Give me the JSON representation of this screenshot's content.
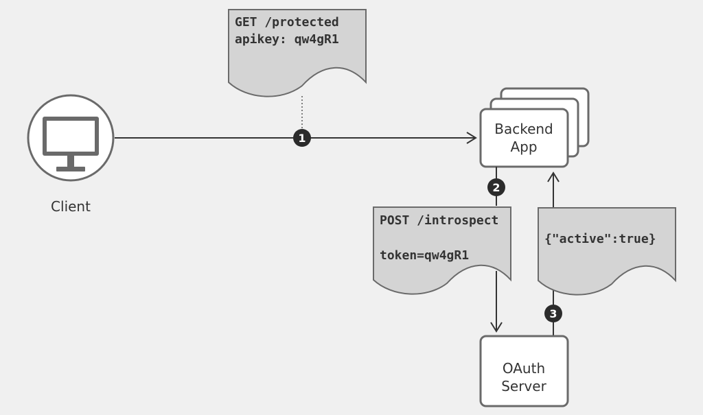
{
  "client": {
    "label": "Client",
    "icon": "monitor-icon"
  },
  "backend": {
    "line1": "Backend",
    "line2": "App"
  },
  "oauth": {
    "line1": "OAuth",
    "line2": "Server"
  },
  "steps": {
    "s1": "1",
    "s2": "2",
    "s3": "3"
  },
  "messages": {
    "request": {
      "line1": "GET /protected",
      "line2": "apikey: qw4gR1"
    },
    "introspect": {
      "line1": "POST /introspect",
      "line2": "token=qw4gR1"
    },
    "response": {
      "line1": "{\"active\":true}"
    }
  },
  "colors": {
    "background": "#f0f0f0",
    "stroke": "#6a6a6a",
    "doc_fill": "#d4d4d4",
    "badge": "#2b2b2b",
    "text": "#333333"
  }
}
